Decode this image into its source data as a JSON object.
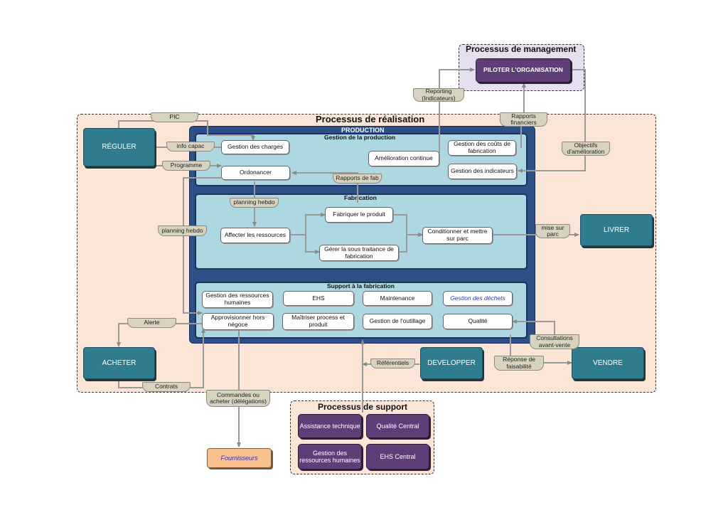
{
  "management": {
    "title": "Processus de management",
    "piloter": "PILOTER L'ORGANISATION"
  },
  "realisation": {
    "title": "Processus de réalisation"
  },
  "production": {
    "title": "PRODUCTION",
    "gestion": {
      "title": "Gestion de la production",
      "charges": "Gestion des charges",
      "ordonancer": "Ordonancer",
      "amelioration": "Amélioration continue",
      "couts": "Gestion des coûts de fabrication",
      "indicateurs": "Gestion des indicateurs"
    },
    "fabrication": {
      "title": "Fabrication",
      "affecter": "Affecter les ressources",
      "fabriquer": "Fabriquer le produit",
      "sous_traitance": "Gérer la sous traitance de fabrication",
      "conditionner": "Conditionner et mettre sur parc"
    },
    "support": {
      "title": "Support à la fabrication",
      "rh": "Gestion des ressources humaines",
      "ehs": "EHS",
      "maintenance": "Maintenance",
      "dechets": "Gestion des déchets",
      "approvisionner": "Approvisionner hors négoce",
      "maitriser": "Maîtriser process et produit",
      "outillage": "Gestion de l'outillage",
      "qualite": "Qualité"
    }
  },
  "processes": {
    "reguler": "RÉGULER",
    "livrer": "LIVRER",
    "acheter": "ACHETER",
    "developper": "DEVELOPPER",
    "vendre": "VENDRE"
  },
  "support_process": {
    "title": "Processus de support",
    "assistance": "Assistance technique",
    "qualite": "Qualité Central",
    "rh": "Gestion des ressources humaines",
    "ehs": "EHS Central"
  },
  "fournisseurs": "Fournisseurs",
  "flows": {
    "reporting": "Reporting (Indicateurs)",
    "rapports_financiers": "Rapports financiers",
    "objectifs": "Objectifs d'amélioration",
    "pic": "PIC",
    "info_capac": "info capac",
    "programme": "Programme",
    "rapports_fab": "Rapports de fab",
    "planning_hebdo_1": "planning hebdo",
    "planning_hebdo_2": "planning hebdo",
    "mise_sur_parc": "mise sur parc",
    "alerte": "Alerte",
    "contrats": "Contrats",
    "referentiels": "Référentiels",
    "consultations": "Consultations avant-vente",
    "reponse": "Réponse de faisabilité",
    "commandes": "Commandes ou acheter (délégations)"
  },
  "colors": {
    "teal": "#2f7c8f",
    "purple": "#5d3e77",
    "navy": "#2e4e86",
    "panel": "#add8e2",
    "realisation_bg": "#fbe5d6",
    "management_bg": "#e6dff0",
    "fournisseurs_bg": "#f8c08c"
  }
}
